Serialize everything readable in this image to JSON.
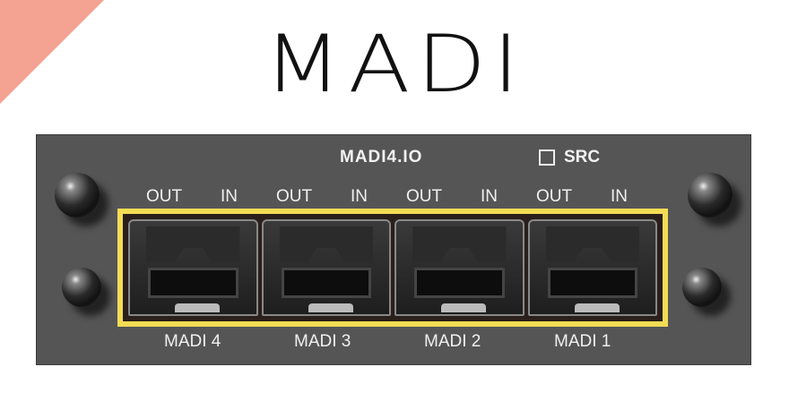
{
  "title": "MADI",
  "panel": {
    "model": "MADI4.IO",
    "src_label": "SRC",
    "src_checked": false,
    "ports": [
      {
        "name": "MADI 4",
        "out": "OUT",
        "in": "IN"
      },
      {
        "name": "MADI 3",
        "out": "OUT",
        "in": "IN"
      },
      {
        "name": "MADI 2",
        "out": "OUT",
        "in": "IN"
      },
      {
        "name": "MADI 1",
        "out": "OUT",
        "in": "IN"
      }
    ]
  },
  "colors": {
    "accent_corner": "#f4a291",
    "highlight_frame": "#f5dc55",
    "panel": "#555555"
  }
}
